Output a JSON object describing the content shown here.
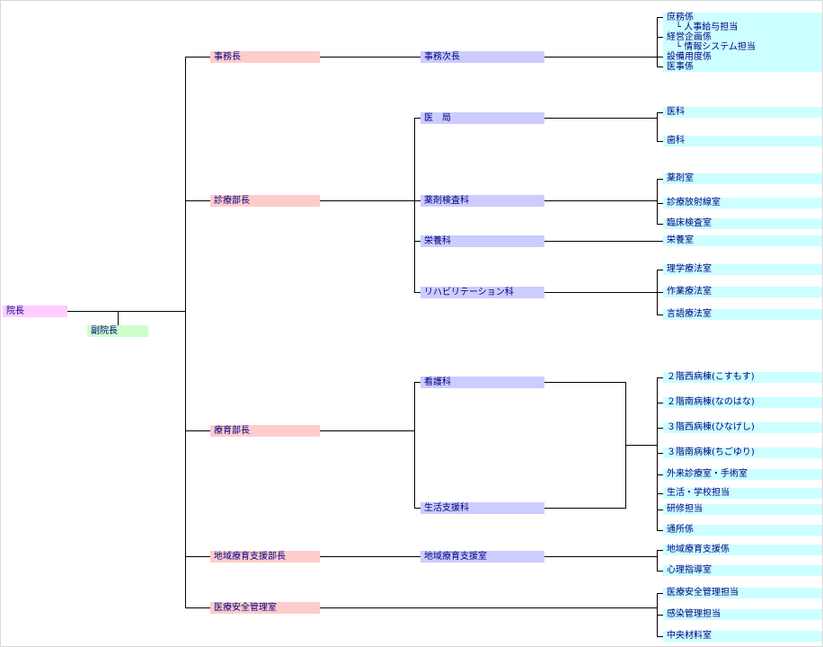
{
  "colors": {
    "root_box": "#ffccff",
    "deputy_box": "#ccffcc",
    "level1_box": "#ffcccc",
    "level2_box": "#ccccff",
    "leaf_box": "#ccffff",
    "text": "#000080",
    "line": "#000000"
  },
  "nodes": {
    "director": "院長",
    "vice_director": "副院長",
    "admin_chief": "事務長",
    "admin_vice_chief": "事務次長",
    "medical_director": "診療部長",
    "medical_office": "医　局",
    "pharmacy_lab_dept": "薬剤検査科",
    "nutrition_dept": "栄養科",
    "rehabilitation_dept": "リハビリテーション科",
    "care_director": "療育部長",
    "nursing_dept": "看護科",
    "life_support_dept": "生活支援科",
    "regional_support_director": "地域療育支援部長",
    "regional_support_office": "地域療育支援室",
    "medical_safety_office": "医療安全管理室"
  },
  "leaves": {
    "general_affairs": "庶務係",
    "hr_payroll": "└ 人事給与担当",
    "management_planning": "経営企画係",
    "info_system": "└ 情報システム担当",
    "facilities": "設備用度係",
    "medical_affairs": "医事係",
    "medicine": "医科",
    "dentistry": "歯科",
    "pharmacy_room": "薬剤室",
    "radiology_room": "診療放射線室",
    "clinical_lab_room": "臨床検査室",
    "nutrition_room": "栄養室",
    "physical_therapy_room": "理学療法室",
    "occupational_therapy_room": "作業療法室",
    "speech_therapy_room": "言語療法室",
    "ward_2f_west": "２階西病棟(こすもす)",
    "ward_2f_south": "２階南病棟(なのはな)",
    "ward_3f_west": "３階西病棟(ひなげし)",
    "ward_3f_south": "３階南病棟(ちごゆり)",
    "outpatient_surgery": "外来診療室・手術室",
    "life_school": "生活・学校担当",
    "training": "研修担当",
    "day_service": "通所係",
    "regional_support_section": "地域療育支援係",
    "psychological_guidance_room": "心理指導室",
    "medical_safety_staff": "医療安全管理担当",
    "infection_control_staff": "感染管理担当",
    "central_materials_room": "中央材料室"
  }
}
